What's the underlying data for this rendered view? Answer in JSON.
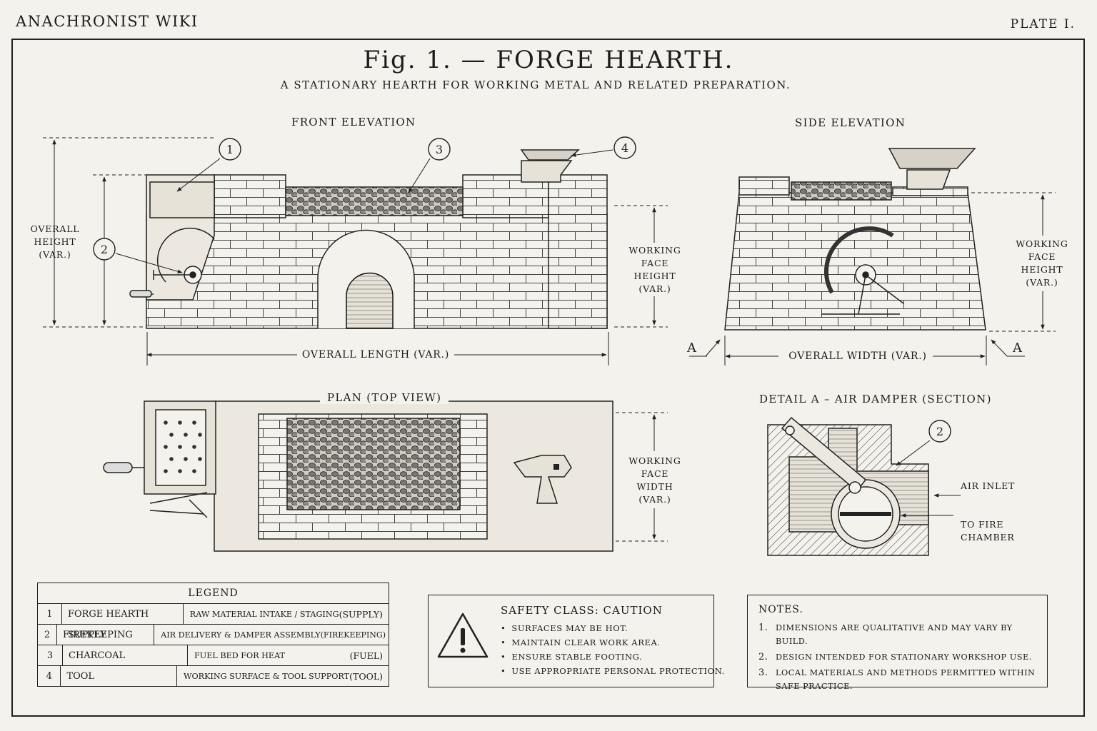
{
  "header": {
    "site": "ANACHRONIST WIKI",
    "plate": "PLATE I."
  },
  "title": "Fig. 1.  —  FORGE HEARTH.",
  "subtitle": "A STATIONARY HEARTH FOR WORKING METAL AND RELATED PREPARATION.",
  "views": {
    "front": "FRONT ELEVATION",
    "side": "SIDE ELEVATION",
    "plan": "PLAN (TOP VIEW)",
    "detail": "DETAIL A – AIR DAMPER (SECTION)"
  },
  "dimensions": {
    "overall_height": "OVERALL\nHEIGHT\n(VAR.)",
    "overall_length": "OVERALL LENGTH (VAR.)",
    "overall_width": "OVERALL WIDTH (VAR.)",
    "working_face_height": "WORKING\nFACE\nHEIGHT\n(VAR.)",
    "working_face_width": "WORKING\nFACE\nWIDTH\n(VAR.)",
    "section_mark": "A"
  },
  "callouts": [
    "1",
    "2",
    "3",
    "4"
  ],
  "detail_labels": {
    "air_inlet": "AIR INLET",
    "to_fire_chamber": "TO FIRE\nCHAMBER"
  },
  "legend": {
    "title": "LEGEND",
    "rows": [
      {
        "num": "1",
        "name": "FORGE HEARTH SUPPLY",
        "desc": "RAW MATERIAL INTAKE / STAGING",
        "tag": "(SUPPLY)"
      },
      {
        "num": "2",
        "name": "FIREKEEPING",
        "desc": "AIR DELIVERY & DAMPER ASSEMBLY",
        "tag": "(FIREKEEPING)"
      },
      {
        "num": "3",
        "name": "CHARCOAL",
        "desc": "FUEL BED FOR HEAT",
        "tag": "(FUEL)"
      },
      {
        "num": "4",
        "name": "TOOL",
        "desc": "WORKING SURFACE & TOOL SUPPORT",
        "tag": "(TOOL)"
      }
    ]
  },
  "safety": {
    "title": "SAFETY CLASS: CAUTION",
    "items": [
      "SURFACES MAY BE HOT.",
      "MAINTAIN CLEAR WORK AREA.",
      "ENSURE STABLE FOOTING.",
      "USE APPROPRIATE PERSONAL PROTECTION."
    ]
  },
  "notes": {
    "title": "NOTES.",
    "items": [
      {
        "num": "1.",
        "text": "DIMENSIONS ARE QUALITATIVE AND MAY VARY BY BUILD."
      },
      {
        "num": "2.",
        "text": "DESIGN INTENDED FOR STATIONARY WORKSHOP USE."
      },
      {
        "num": "3.",
        "text": "LOCAL MATERIALS AND METHODS PERMITTED WITHIN SAFE PRACTICE."
      }
    ]
  }
}
